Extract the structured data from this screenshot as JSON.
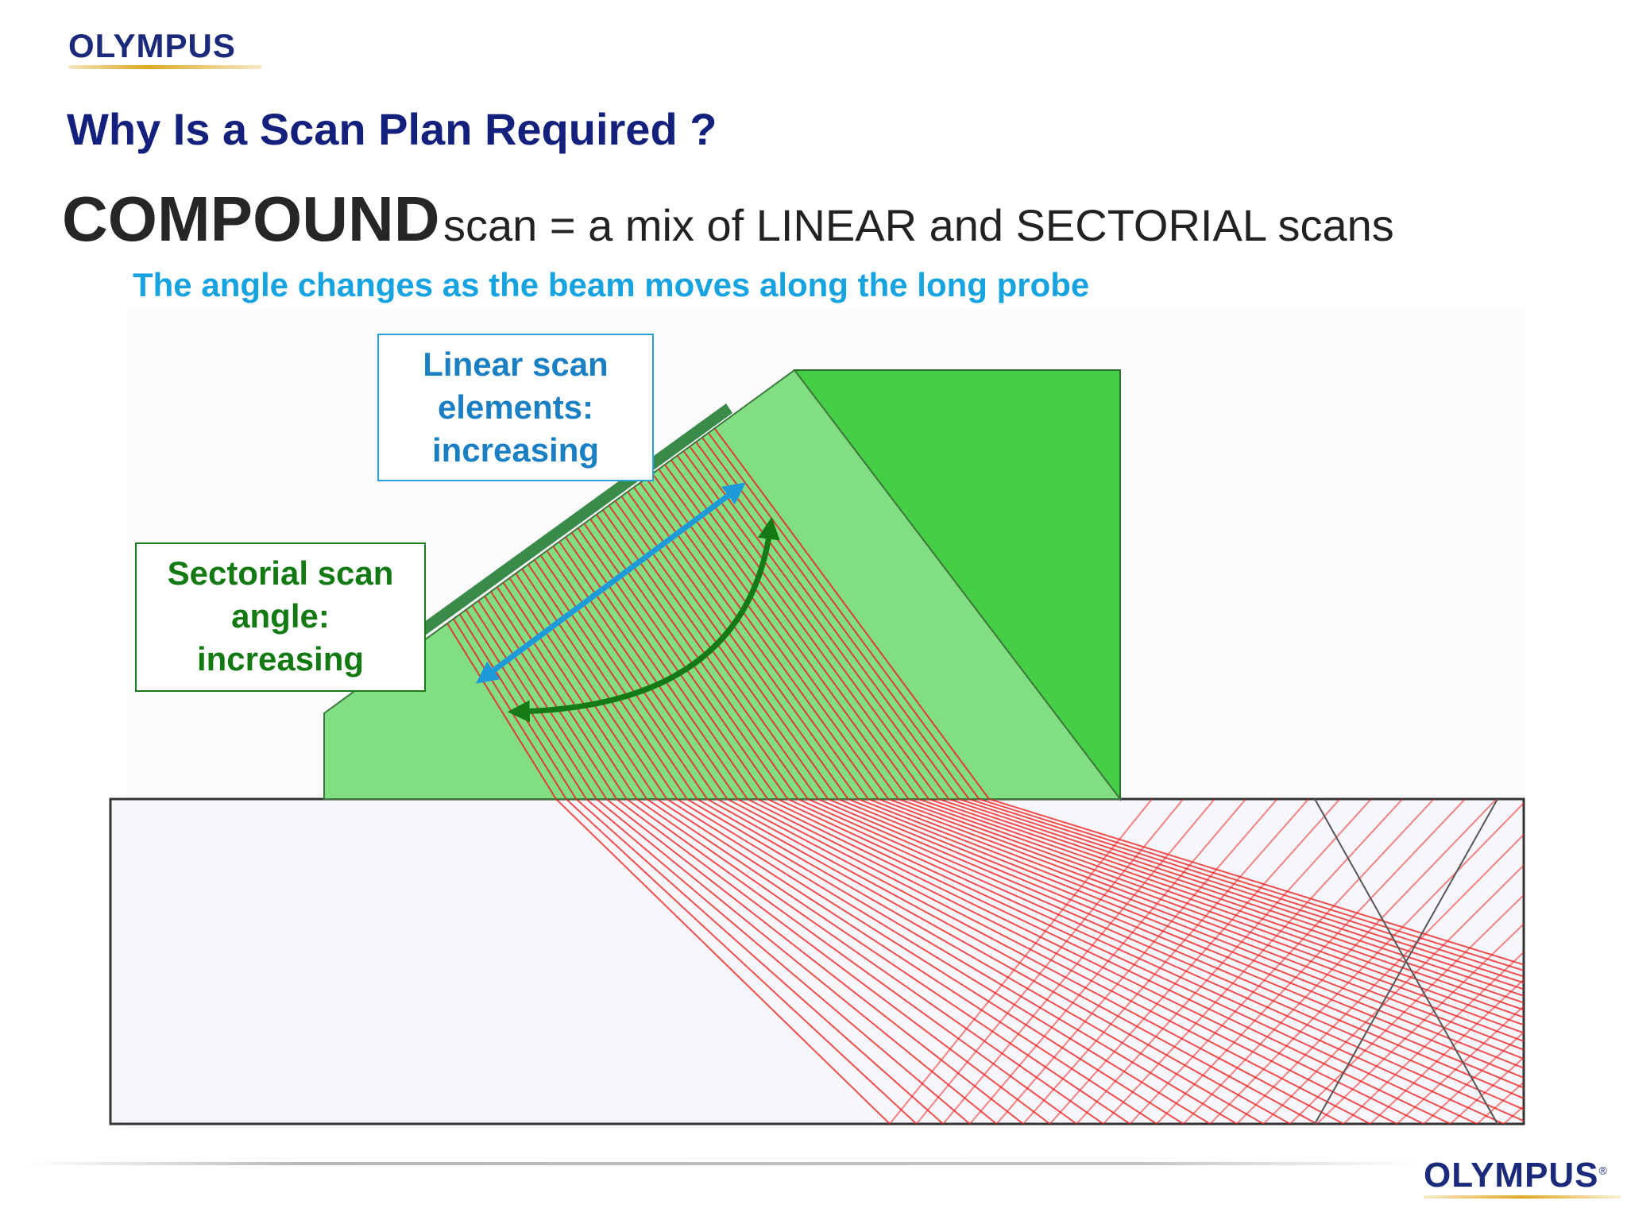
{
  "header": {
    "logo_text": "OLYMPUS",
    "title": "Why Is a Scan Plan Required ?"
  },
  "subtitle": {
    "emphasis": "COMPOUND",
    "rest": "scan = a mix of LINEAR and SECTORIAL scans"
  },
  "tagline": "The angle changes as the beam moves along the long probe",
  "labels": {
    "linear": [
      "Linear scan",
      "elements:",
      "increasing"
    ],
    "sectorial": [
      "Sectorial scan",
      "angle:",
      "increasing"
    ]
  },
  "footer": {
    "logo_text": "OLYMPUS",
    "registered_mark": "®"
  },
  "colors": {
    "title": "#13217d",
    "tagline": "#16a3e0",
    "wedge_light": "#82de82",
    "wedge_dark": "#46cf46",
    "probe": "#3a8a4a",
    "beam": "#ee2222",
    "linear_arrow": "#1e9ad8",
    "sectorial_arrow": "#147a14"
  }
}
